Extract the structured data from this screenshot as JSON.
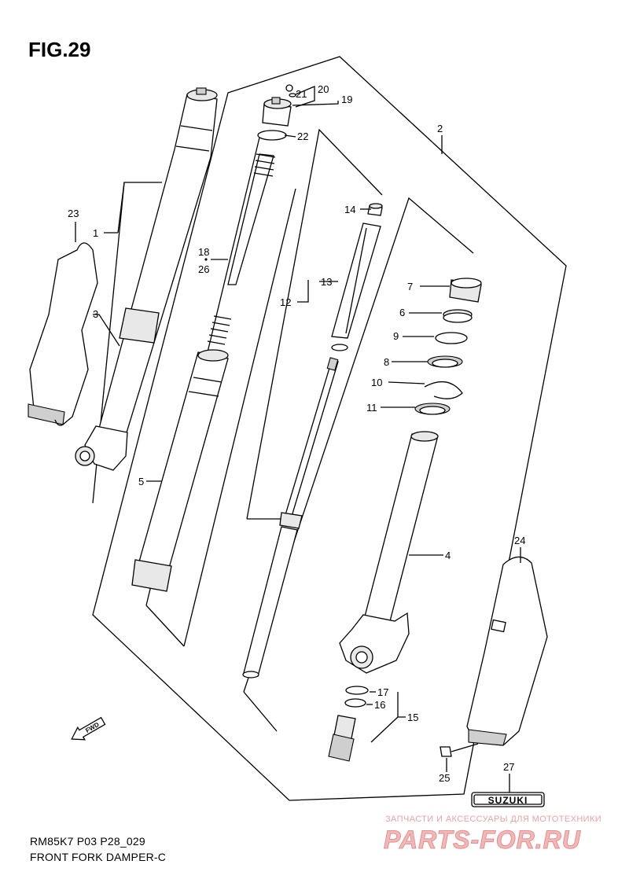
{
  "figure": {
    "title": "FIG.29"
  },
  "footer": {
    "model_line": "RM85K7 P03 P28_029",
    "name_line": "FRONT FORK DAMPER-C"
  },
  "callouts": [
    {
      "id": "c1",
      "label": "1"
    },
    {
      "id": "c2",
      "label": "2"
    },
    {
      "id": "c3",
      "label": "3"
    },
    {
      "id": "c4",
      "label": "4"
    },
    {
      "id": "c5",
      "label": "5"
    },
    {
      "id": "c6",
      "label": "6"
    },
    {
      "id": "c7",
      "label": "7"
    },
    {
      "id": "c8",
      "label": "8"
    },
    {
      "id": "c9",
      "label": "9"
    },
    {
      "id": "c10",
      "label": "10"
    },
    {
      "id": "c11",
      "label": "11"
    },
    {
      "id": "c12",
      "label": "12"
    },
    {
      "id": "c13",
      "label": "13"
    },
    {
      "id": "c14",
      "label": "14"
    },
    {
      "id": "c15",
      "label": "15"
    },
    {
      "id": "c16",
      "label": "16"
    },
    {
      "id": "c17",
      "label": "17"
    },
    {
      "id": "c18",
      "label": "18"
    },
    {
      "id": "c19",
      "label": "19"
    },
    {
      "id": "c20",
      "label": "20"
    },
    {
      "id": "c21",
      "label": "21"
    },
    {
      "id": "c22",
      "label": "22"
    },
    {
      "id": "c23",
      "label": "23"
    },
    {
      "id": "c24",
      "label": "24"
    },
    {
      "id": "c25",
      "label": "25"
    },
    {
      "id": "c26",
      "label": "26"
    },
    {
      "id": "c27",
      "label": "27"
    }
  ],
  "fwd_arrow": {
    "label": "FWD"
  },
  "emblem": {
    "text": "SUZUKI"
  },
  "watermark": {
    "subtitle": "ЗАПЧАСТИ И АКСЕССУАРЫ ДЛЯ МОТОТЕХНИКИ",
    "brand": "PARTS-FOR.RU"
  },
  "colors": {
    "ink": "#000000",
    "watermark": "#e58f8f"
  }
}
